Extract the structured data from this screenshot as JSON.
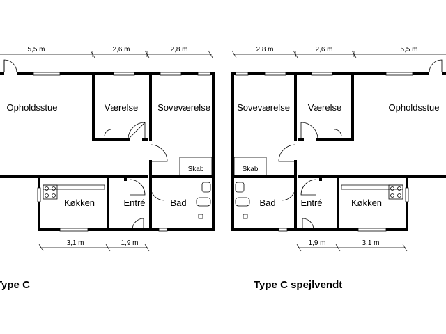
{
  "plan_left": {
    "caption": "Type C",
    "rooms": {
      "living": "Opholdsstue",
      "room": "Værelse",
      "bedroom": "Soveværelse",
      "closet": "Skab",
      "kitchen": "Køkken",
      "entrance": "Entré",
      "bath": "Bad"
    },
    "dims_top": [
      "5,5 m",
      "2,6 m",
      "2,8 m"
    ],
    "dims_bottom": [
      "3,1 m",
      "1,9 m"
    ]
  },
  "plan_right": {
    "caption": "Type C spejlvendt",
    "rooms": {
      "bedroom": "Soveværelse",
      "room": "Værelse",
      "living": "Opholdsstue",
      "closet": "Skab",
      "bath": "Bad",
      "entrance": "Entré",
      "kitchen": "Køkken"
    },
    "dims_top": [
      "2,8 m",
      "2,6 m",
      "5,5 m"
    ],
    "dims_bottom": [
      "1,9 m",
      "3,1 m"
    ]
  }
}
